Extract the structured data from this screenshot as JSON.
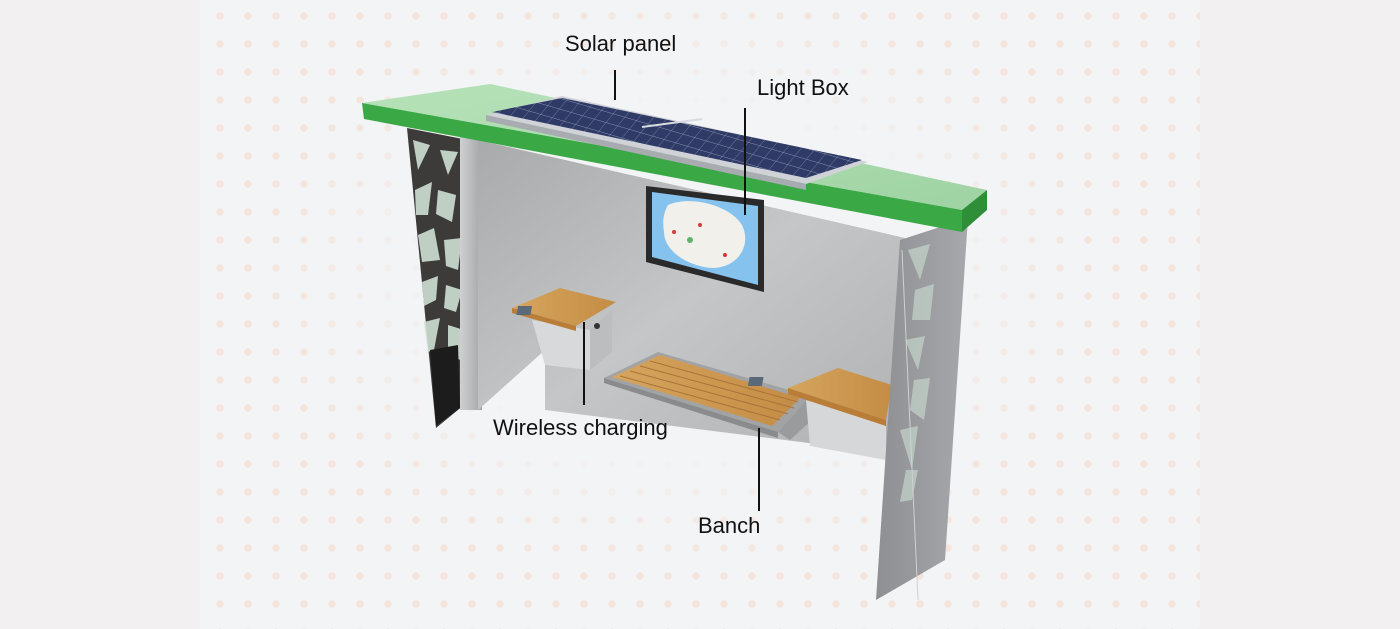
{
  "diagram": {
    "subject": "Smart solar bus shelter",
    "colors": {
      "roof": "#3aa845",
      "roof_top": "#a9d9ac",
      "panel": "#2e3a63",
      "steel": "#b9babc",
      "wood": "#c9954e",
      "background": "#f2f4f6",
      "accent_dots": "#f6d6c4"
    },
    "callouts": [
      {
        "id": "solar",
        "label": "Solar panel"
      },
      {
        "id": "lightbox",
        "label": "Light Box"
      },
      {
        "id": "wireless",
        "label": "Wireless charging"
      },
      {
        "id": "bench",
        "label": "Banch"
      }
    ]
  }
}
